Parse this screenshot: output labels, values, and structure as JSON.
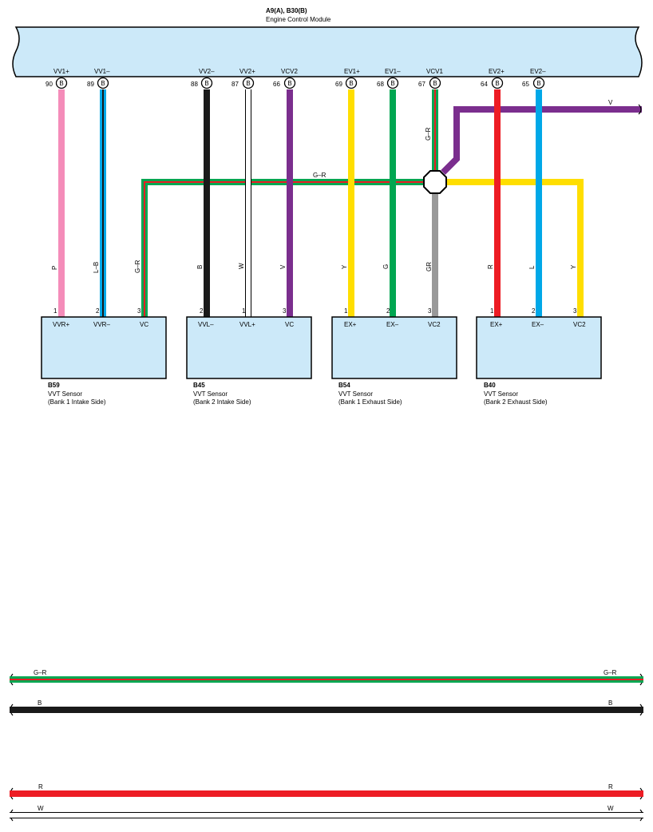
{
  "ecm": {
    "code": "A9(A), B30(B)",
    "name": "Engine Control Module"
  },
  "ecm_pins": [
    {
      "label": "VV1+",
      "num": "90",
      "conn": "B"
    },
    {
      "label": "VV1–",
      "num": "89",
      "conn": "B"
    },
    {
      "label": "VV2–",
      "num": "88",
      "conn": "B"
    },
    {
      "label": "VV2+",
      "num": "87",
      "conn": "B"
    },
    {
      "label": "VCV2",
      "num": "66",
      "conn": "B"
    },
    {
      "label": "EV1+",
      "num": "69",
      "conn": "B"
    },
    {
      "label": "EV1–",
      "num": "68",
      "conn": "B"
    },
    {
      "label": "VCV1",
      "num": "67",
      "conn": "B"
    },
    {
      "label": "EV2+",
      "num": "64",
      "conn": "B"
    },
    {
      "label": "EV2–",
      "num": "65",
      "conn": "B"
    }
  ],
  "wire_colors": {
    "P": "P",
    "L-B": "L–B",
    "G-R": "G–R",
    "B": "B",
    "W": "W",
    "V": "V",
    "Y": "Y",
    "G": "G",
    "GR": "GR",
    "R": "R",
    "L": "L"
  },
  "bus_labels": {
    "g_r_horizontal": "G–R",
    "vcv1_vertical": "G–R",
    "v_top_right": "V"
  },
  "sensors": [
    {
      "code": "B59",
      "name": "VVT Sensor",
      "side": "(Bank 1 Intake Side)",
      "terminals": [
        {
          "num": "1",
          "label": "VVR+"
        },
        {
          "num": "2",
          "label": "VVR–"
        },
        {
          "num": "3",
          "label": "VC"
        }
      ]
    },
    {
      "code": "B45",
      "name": "VVT Sensor",
      "side": "(Bank 2 Intake Side)",
      "terminals": [
        {
          "num": "2",
          "label": "VVL–"
        },
        {
          "num": "1",
          "label": "VVL+"
        },
        {
          "num": "3",
          "label": "VC"
        }
      ]
    },
    {
      "code": "B54",
      "name": "VVT Sensor",
      "side": "(Bank 1 Exhaust Side)",
      "terminals": [
        {
          "num": "1",
          "label": "EX+"
        },
        {
          "num": "2",
          "label": "EX–"
        },
        {
          "num": "3",
          "label": "VC2"
        }
      ]
    },
    {
      "code": "B40",
      "name": "VVT Sensor",
      "side": "(Bank 2 Exhaust Side)",
      "terminals": [
        {
          "num": "1",
          "label": "EX+"
        },
        {
          "num": "2",
          "label": "EX–"
        },
        {
          "num": "3",
          "label": "VC2"
        }
      ]
    }
  ],
  "legend": [
    {
      "label": "G–R"
    },
    {
      "label": "B"
    },
    {
      "label": "R"
    },
    {
      "label": "W"
    }
  ],
  "colors": {
    "module_fill": "#cce9f9",
    "pink": "#f48cb9",
    "blue": "#00a8e8",
    "black": "#1a1a1a",
    "violet": "#7b2e8e",
    "yellow": "#ffde00",
    "green": "#00a651",
    "gray": "#999999",
    "red": "#ed1c24"
  }
}
